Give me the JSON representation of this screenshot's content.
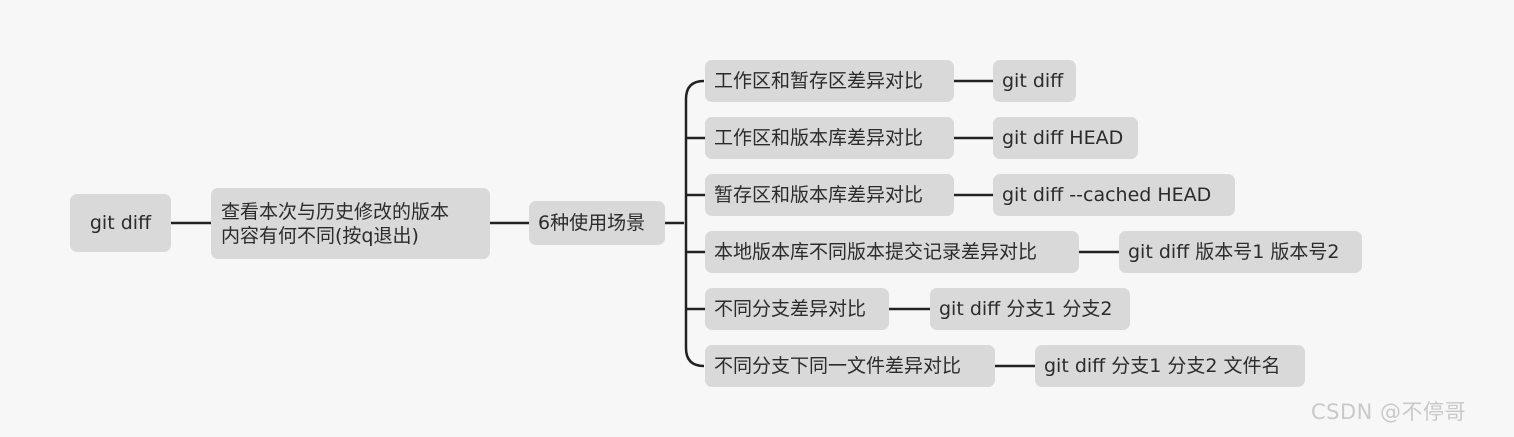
{
  "root": {
    "label": "git diff"
  },
  "description": {
    "line1": "查看本次与历史修改的版本",
    "line2": "内容有何不同(按q退出)"
  },
  "scenarios_hub": {
    "label": "6种使用场景"
  },
  "scenarios": [
    {
      "label": "工作区和暂存区差异对比",
      "command": "git diff"
    },
    {
      "label": "工作区和版本库差异对比",
      "command": "git diff HEAD"
    },
    {
      "label": "暂存区和版本库差异对比",
      "command": "git diff --cached HEAD"
    },
    {
      "label": "本地版本库不同版本提交记录差异对比",
      "command": "git diff 版本号1 版本号2"
    },
    {
      "label": "不同分支差异对比",
      "command": "git diff 分支1 分支2"
    },
    {
      "label": "不同分支下同一文件差异对比",
      "command": "git diff 分支1 分支2 文件名"
    }
  ],
  "watermark": "CSDN @不停哥",
  "colors": {
    "node_fill": "#d9d9d9",
    "edge": "#222222",
    "background": "#f7f7f7"
  }
}
